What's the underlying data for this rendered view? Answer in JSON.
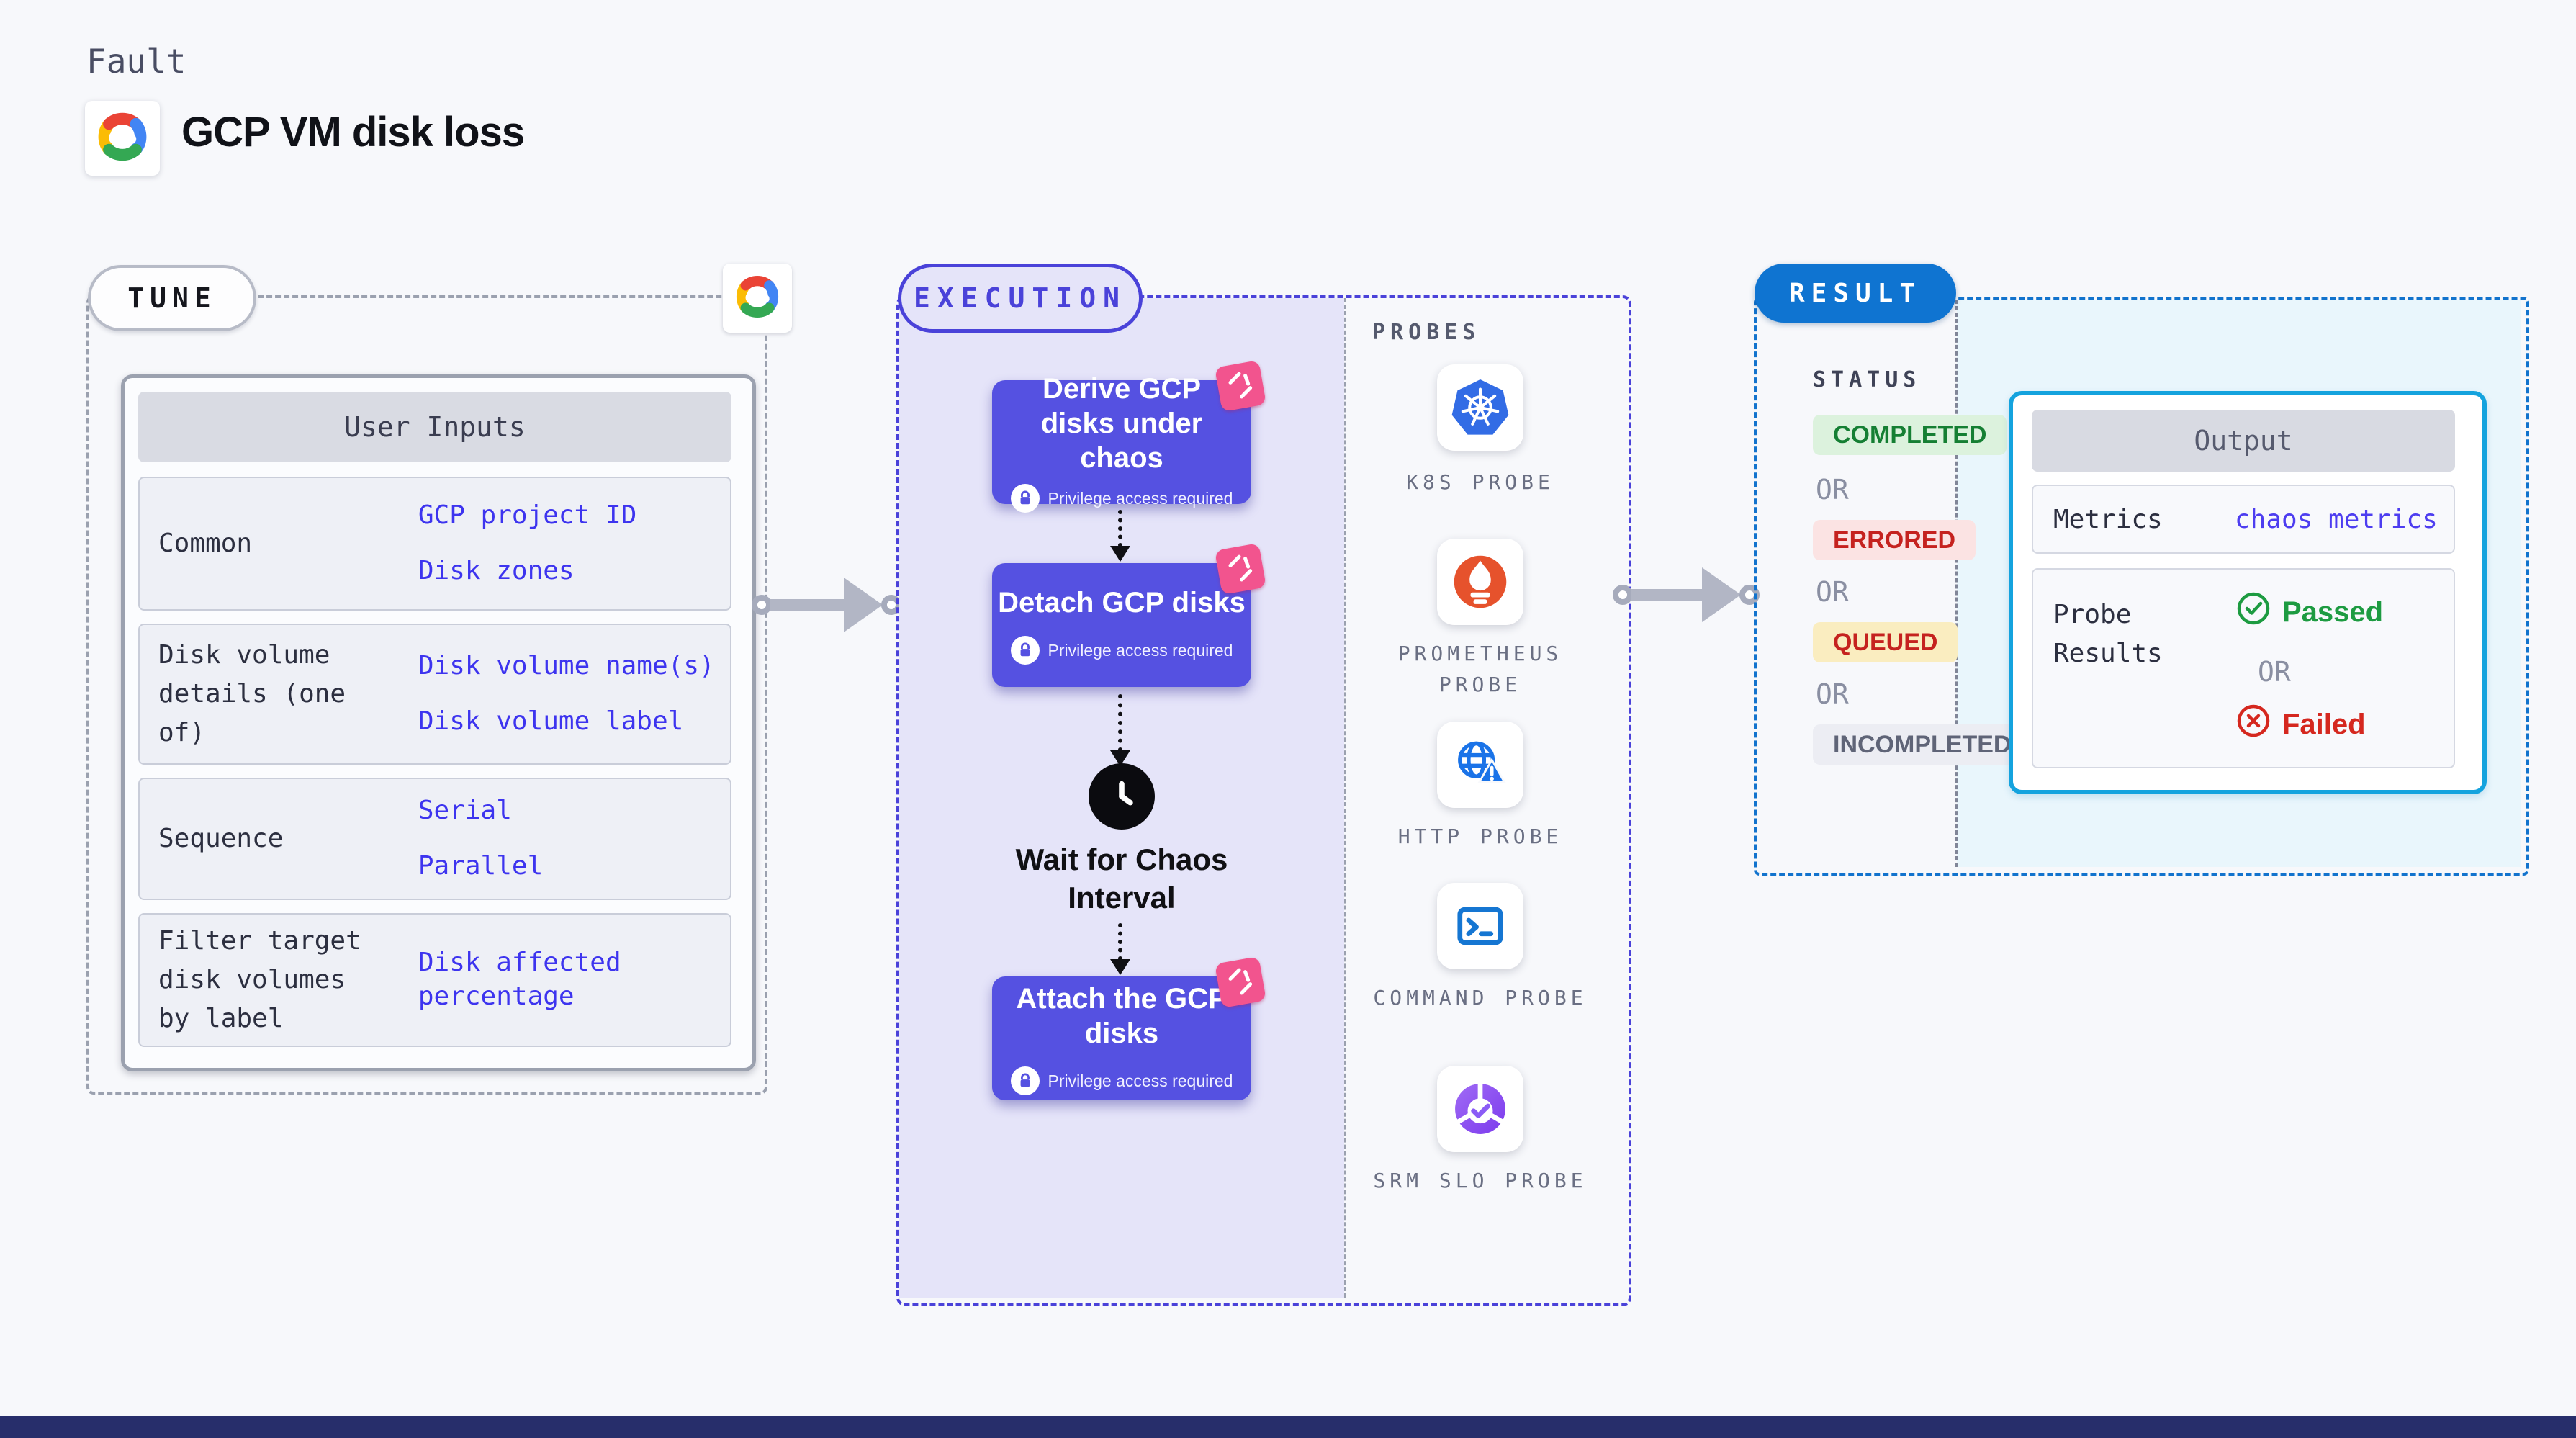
{
  "header": {
    "eyebrow": "Fault",
    "title": "GCP VM disk loss"
  },
  "tune": {
    "label": "TUNE",
    "table_header": "User Inputs",
    "rows": [
      {
        "label": "Common",
        "values": [
          "GCP project ID",
          "Disk zones"
        ]
      },
      {
        "label": "Disk volume details (one of)",
        "values": [
          "Disk volume name(s)",
          "Disk volume label"
        ]
      },
      {
        "label": "Sequence",
        "values": [
          "Serial",
          "Parallel"
        ]
      },
      {
        "label": "Filter target disk volumes by label",
        "values": [
          "Disk affected percentage"
        ]
      }
    ]
  },
  "execution": {
    "label": "EXECUTION",
    "steps": [
      {
        "title": "Derive GCP disks under chaos",
        "badge": "Privilege access required"
      },
      {
        "title": "Detach GCP disks",
        "badge": "Privilege access required"
      },
      {
        "title": "Wait for Chaos Interval"
      },
      {
        "title": "Attach the GCP disks",
        "badge": "Privilege access required"
      }
    ]
  },
  "probes": {
    "label": "PROBES",
    "items": [
      "K8S PROBE",
      "PROMETHEUS PROBE",
      "HTTP PROBE",
      "COMMAND PROBE",
      "SRM SLO PROBE"
    ]
  },
  "result": {
    "label": "RESULT",
    "status_label": "STATUS",
    "or": "OR",
    "statuses": [
      "COMPLETED",
      "ERRORED",
      "QUEUED",
      "INCOMPLETED"
    ],
    "output": {
      "header": "Output",
      "metrics_label": "Metrics",
      "metrics_value": "chaos metrics",
      "probe_results_label": "Probe Results",
      "passed": "Passed",
      "failed": "Failed"
    }
  },
  "colors": {
    "node_indigo": "#5551e1",
    "execution_border": "#4a42d9",
    "result_blue": "#0f74d1",
    "output_cyan": "#14a3de",
    "value_blue": "#3d34ef",
    "completed_green": "#157f33",
    "errored_red": "#c5221f",
    "queued_yellow_bg": "#faedc0",
    "pink_ribbon": "#f2548e",
    "passed_green": "#1d9b41",
    "failed_red": "#d5281f"
  }
}
